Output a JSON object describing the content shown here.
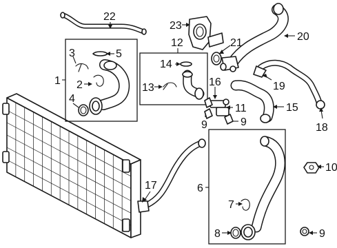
{
  "callouts": [
    {
      "id": "1",
      "text": "1"
    },
    {
      "id": "2",
      "text": "2"
    },
    {
      "id": "3",
      "text": "3"
    },
    {
      "id": "4",
      "text": "4"
    },
    {
      "id": "5",
      "text": "5"
    },
    {
      "id": "6",
      "text": "6"
    },
    {
      "id": "7",
      "text": "7"
    },
    {
      "id": "8",
      "text": "8"
    },
    {
      "id": "9a",
      "text": "9"
    },
    {
      "id": "9b",
      "text": "9"
    },
    {
      "id": "9c",
      "text": "9"
    },
    {
      "id": "10",
      "text": "10"
    },
    {
      "id": "11",
      "text": "11"
    },
    {
      "id": "12",
      "text": "12"
    },
    {
      "id": "13",
      "text": "13"
    },
    {
      "id": "14",
      "text": "14"
    },
    {
      "id": "15",
      "text": "15"
    },
    {
      "id": "16",
      "text": "16"
    },
    {
      "id": "17",
      "text": "17"
    },
    {
      "id": "18",
      "text": "18"
    },
    {
      "id": "19",
      "text": "19"
    },
    {
      "id": "20",
      "text": "20"
    },
    {
      "id": "21",
      "text": "21"
    },
    {
      "id": "22",
      "text": "22"
    },
    {
      "id": "23",
      "text": "23"
    }
  ]
}
